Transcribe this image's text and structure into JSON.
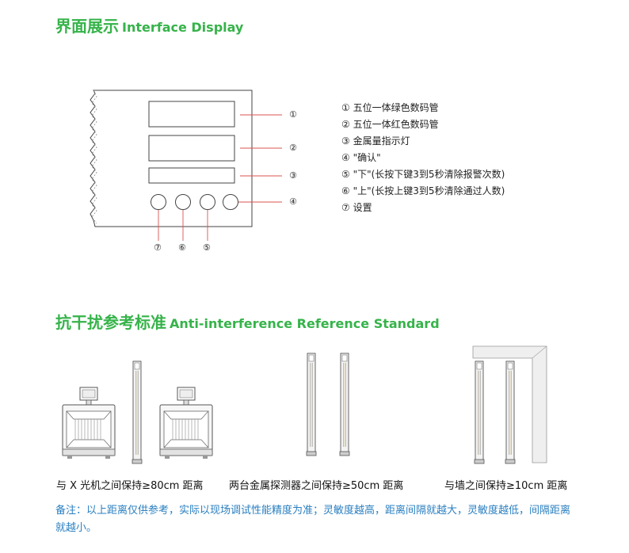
{
  "interface": {
    "title_zh": "界面展示",
    "title_en": "Interface Display",
    "callouts": [
      "①",
      "②",
      "③",
      "④",
      "⑦",
      "⑥",
      "⑤"
    ],
    "legend": [
      "① 五位一体绿色数码管",
      "② 五位一体红色数码管",
      "③ 金属量指示灯",
      "④ \"确认\"",
      "⑤ \"下\"(长按下键3到5秒清除报警次数)",
      "⑥ \"上\"(长按上键3到5秒清除通过人数)",
      "⑦ 设置"
    ]
  },
  "anti_interference": {
    "title_zh": "抗干扰参考标准",
    "title_en": "Anti-interference Reference Standard",
    "captions": [
      "与 X 光机之间保持≥80cm 距离",
      "两台金属探测器之间保持≥50cm 距离",
      "与墙之间保持≥10cm 距离"
    ],
    "note": "备注：以上距离仅供参考，实际以现场调试性能精度为准；灵敏度越高，距离间隔就越大，灵敏度越低，间隔距离就越小。"
  },
  "colors": {
    "heading": "#36b34a",
    "note": "#2a7fc0"
  }
}
